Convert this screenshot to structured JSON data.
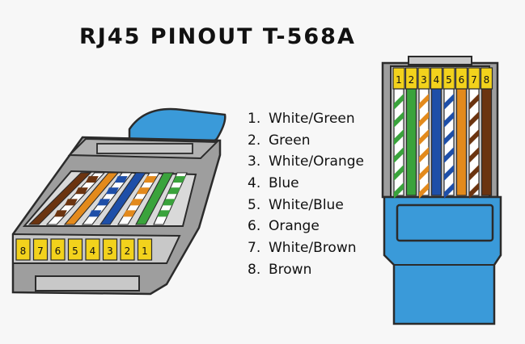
{
  "title": "RJ45 PINOUT  T-568A",
  "colors": {
    "outline": "#2b2b2b",
    "plug_body": "#9e9e9e",
    "plug_light": "#c8c8c8",
    "boot_blue": "#3a9ad9",
    "pin_gold": "#f2d21c",
    "green": "#3aa33c",
    "orange": "#e38a1c",
    "blue": "#1e4fa8",
    "brown": "#6b3410",
    "white": "#ffffff",
    "background": "#f7f7f7"
  },
  "pins": [
    {
      "num": "1",
      "label": "White/Green",
      "base": "white",
      "stripe": "green"
    },
    {
      "num": "2",
      "label": "Green",
      "base": "green",
      "stripe": ""
    },
    {
      "num": "3",
      "label": "White/Orange",
      "base": "white",
      "stripe": "orange"
    },
    {
      "num": "4",
      "label": "Blue",
      "base": "blue",
      "stripe": ""
    },
    {
      "num": "5",
      "label": "White/Blue",
      "base": "white",
      "stripe": "blue"
    },
    {
      "num": "6",
      "label": "Orange",
      "base": "orange",
      "stripe": ""
    },
    {
      "num": "7",
      "label": "White/Brown",
      "base": "white",
      "stripe": "brown"
    },
    {
      "num": "8",
      "label": "Brown",
      "base": "brown",
      "stripe": ""
    }
  ],
  "left_pin_numbers": [
    "8",
    "7",
    "6",
    "5",
    "4",
    "3",
    "2",
    "1"
  ],
  "right_pin_numbers": [
    "1",
    "2",
    "3",
    "4",
    "5",
    "6",
    "7",
    "8"
  ]
}
